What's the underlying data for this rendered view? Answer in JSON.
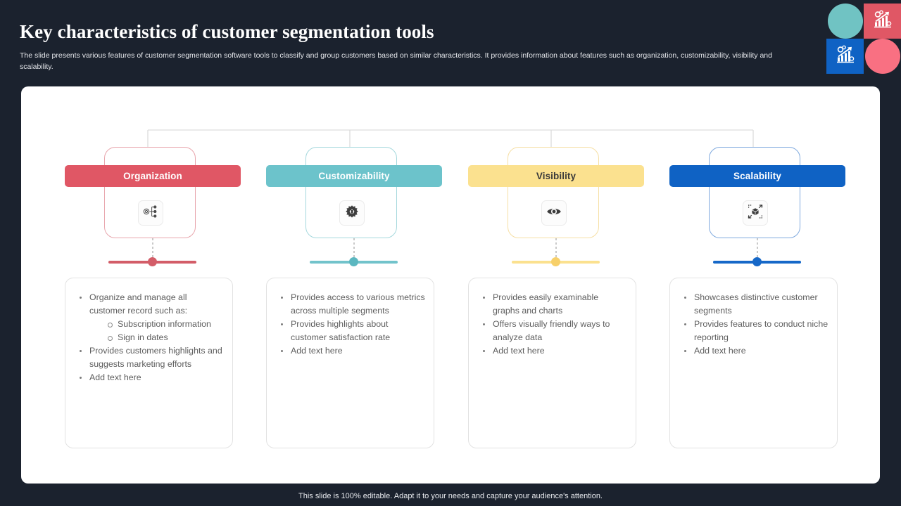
{
  "header": {
    "title": "Key characteristics of customer segmentation tools",
    "subtitle": "The slide presents various features of customer segmentation software tools to classify and group customers based on similar characteristics. It provides information about features such as organization, customizability, visibility and scalability."
  },
  "footer": {
    "note": "This slide is 100% editable. Adapt it to your needs and capture your audience's attention."
  },
  "decoration": {
    "cells": [
      {
        "name": "teal-circle",
        "shape": "circle",
        "color": "#70c3c3"
      },
      {
        "name": "red-chart-tile",
        "shape": "square",
        "color": "#e05765",
        "icon": "growth-chart-icon"
      },
      {
        "name": "blue-chart-tile",
        "shape": "square",
        "color": "#0f62c4",
        "icon": "growth-chart-icon"
      },
      {
        "name": "pink-circle",
        "shape": "circle",
        "color": "#f97082"
      }
    ]
  },
  "colors": {
    "organization": "#e05765",
    "customizability": "#6cc3cb",
    "visibility": "#fbe18f",
    "scalability": "#0f62c4",
    "panel_bg": "#ffffff",
    "slide_bg": "#1b222e"
  },
  "columns": [
    {
      "label": "Organization",
      "color": "#e05765",
      "label_text_color": "#ffffff",
      "icon": "org-chart-icon",
      "bullets": [
        {
          "text": "Organize and manage all customer record such as:",
          "sub": [
            "Subscription information",
            "Sign in dates"
          ]
        },
        {
          "text": "Provides customers highlights and suggests marketing efforts",
          "sub": []
        },
        {
          "text": "Add text here",
          "sub": []
        }
      ]
    },
    {
      "label": "Customizability",
      "color": "#6cc3cb",
      "label_text_color": "#ffffff",
      "icon": "gear-tools-icon",
      "bullets": [
        {
          "text": "Provides access to various metrics across multiple segments",
          "sub": []
        },
        {
          "text": "Provides highlights about customer satisfaction rate",
          "sub": []
        },
        {
          "text": "Add text here",
          "sub": []
        }
      ]
    },
    {
      "label": "Visibility",
      "color": "#fbe18f",
      "label_text_color": "#3a3a3a",
      "icon": "eye-icon",
      "bullets": [
        {
          "text": "Provides easily examinable graphs and charts",
          "sub": []
        },
        {
          "text": "Offers visually friendly ways to analyze data",
          "sub": []
        },
        {
          "text": "Add text here",
          "sub": []
        }
      ]
    },
    {
      "label": "Scalability",
      "color": "#0f62c4",
      "label_text_color": "#ffffff",
      "icon": "scale-cube-icon",
      "bullets": [
        {
          "text": "Showcases distinctive customer segments",
          "sub": []
        },
        {
          "text": "Provides features to conduct niche reporting",
          "sub": []
        },
        {
          "text": "Add text here",
          "sub": []
        }
      ]
    }
  ]
}
